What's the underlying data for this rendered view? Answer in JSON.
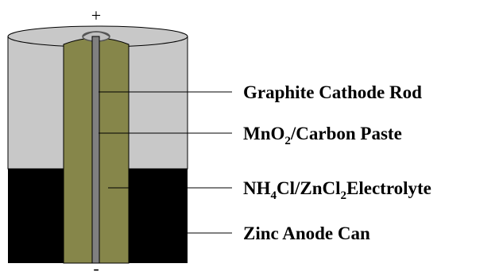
{
  "terminals": {
    "positive": "+",
    "negative": "-"
  },
  "labels": [
    {
      "id": "cathode_rod",
      "text": "Graphite Cathode Rod"
    },
    {
      "id": "paste",
      "parts": [
        {
          "t": "MnO",
          "sub": false
        },
        {
          "t": "2",
          "sub": true
        },
        {
          "t": "/Carbon Paste",
          "sub": false
        }
      ]
    },
    {
      "id": "electrolyte",
      "parts": [
        {
          "t": "NH",
          "sub": false
        },
        {
          "t": "4",
          "sub": true
        },
        {
          "t": "Cl/ZnCl",
          "sub": false
        },
        {
          "t": "2",
          "sub": true
        },
        {
          "t": "Electrolyte",
          "sub": false
        }
      ]
    },
    {
      "id": "anode",
      "text": "Zinc Anode Can"
    }
  ],
  "colors": {
    "can_upper": "#c8c8c8",
    "can_lower": "#000000",
    "paste": "#86864a",
    "rod": "#808080",
    "cap": "#c0c0c0",
    "outline": "#000000"
  }
}
